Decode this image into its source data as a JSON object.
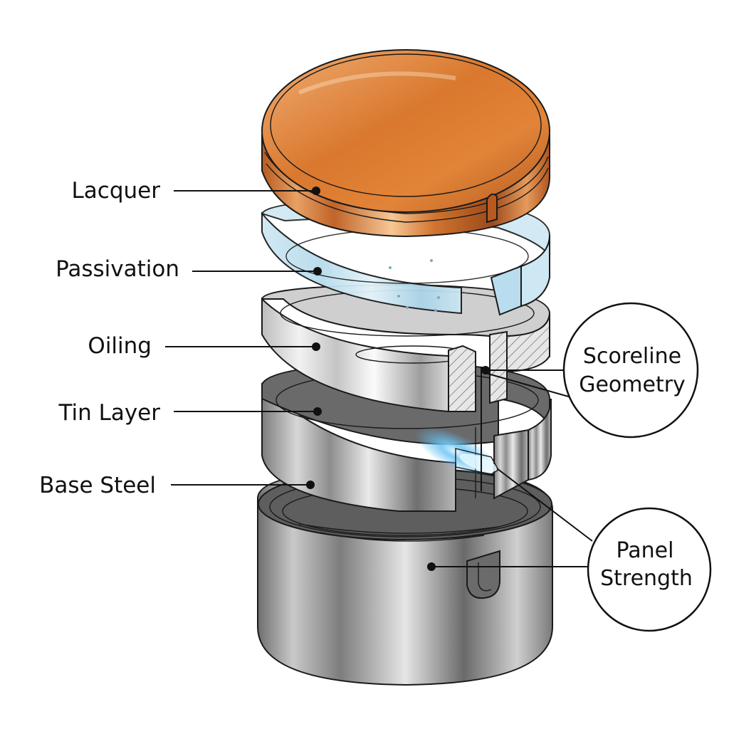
{
  "diagram": {
    "subject": "Exploded view of can end / container layers",
    "layers": [
      {
        "id": "lacquer",
        "label": "Lacquer",
        "color": "#d9782e"
      },
      {
        "id": "passivation",
        "label": "Passivation",
        "color": "#bfe0ee"
      },
      {
        "id": "oiling",
        "label": "Oiling",
        "color": "#d9d9d9"
      },
      {
        "id": "tin",
        "label": "Tin Layer",
        "color": "#7a7a7a"
      },
      {
        "id": "steel",
        "label": "Base Steel",
        "color": "#8c8c8c"
      }
    ],
    "callouts": [
      {
        "id": "scoreline",
        "lines": [
          "Scoreline",
          "Geometry"
        ]
      },
      {
        "id": "panel",
        "lines": [
          "Panel",
          "Strength"
        ]
      }
    ],
    "colors": {
      "background": "#ffffff",
      "ink": "#111111",
      "lacquer_dark": "#a9521c",
      "lacquer_light": "#f3b783",
      "glass": "#bfe0ee",
      "glow": "#5ab8ee"
    }
  }
}
